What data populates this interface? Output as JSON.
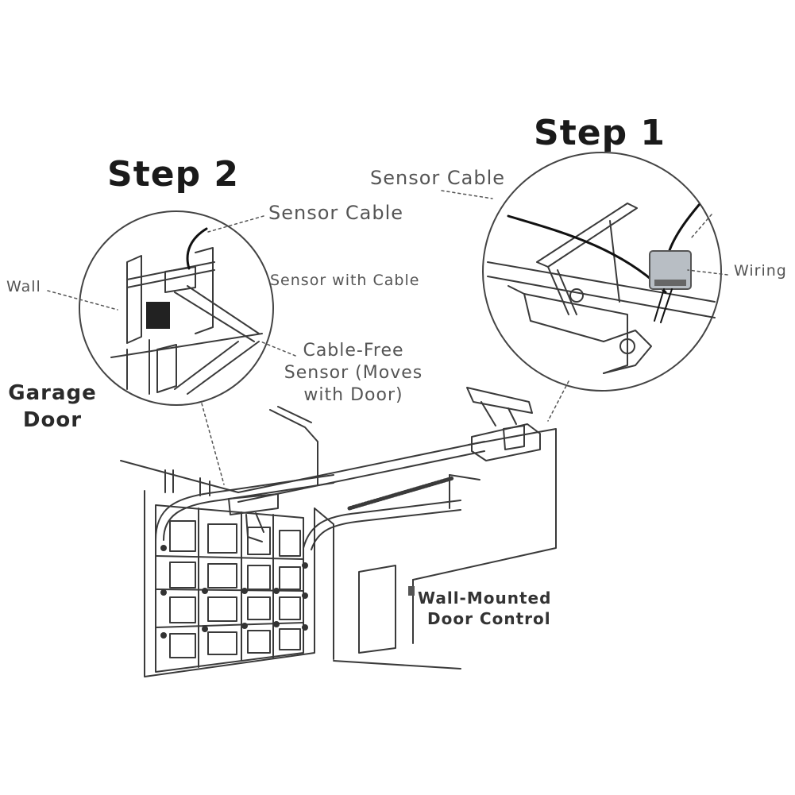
{
  "steps": {
    "step1": "Step 1",
    "step2": "Step 2"
  },
  "labels": {
    "sensor_cable_top": "Sensor Cable",
    "sensor_cable_left": "Sensor Cable",
    "sensor_with_cable": "Sensor with Cable",
    "wall": "Wall",
    "wiring": "Wiring",
    "cable_free_line1": "Cable-Free",
    "cable_free_line2": "Sensor (Moves",
    "cable_free_line3": "with Door)",
    "garage_line1": "Garage",
    "garage_line2": "Door",
    "wall_control_line1": "Wall-Mounted",
    "wall_control_line2": "Door Control"
  },
  "colors": {
    "line": "#3a3a3a",
    "text": "#555555",
    "heading": "#1a1a1a",
    "module": "#b8bec4"
  }
}
